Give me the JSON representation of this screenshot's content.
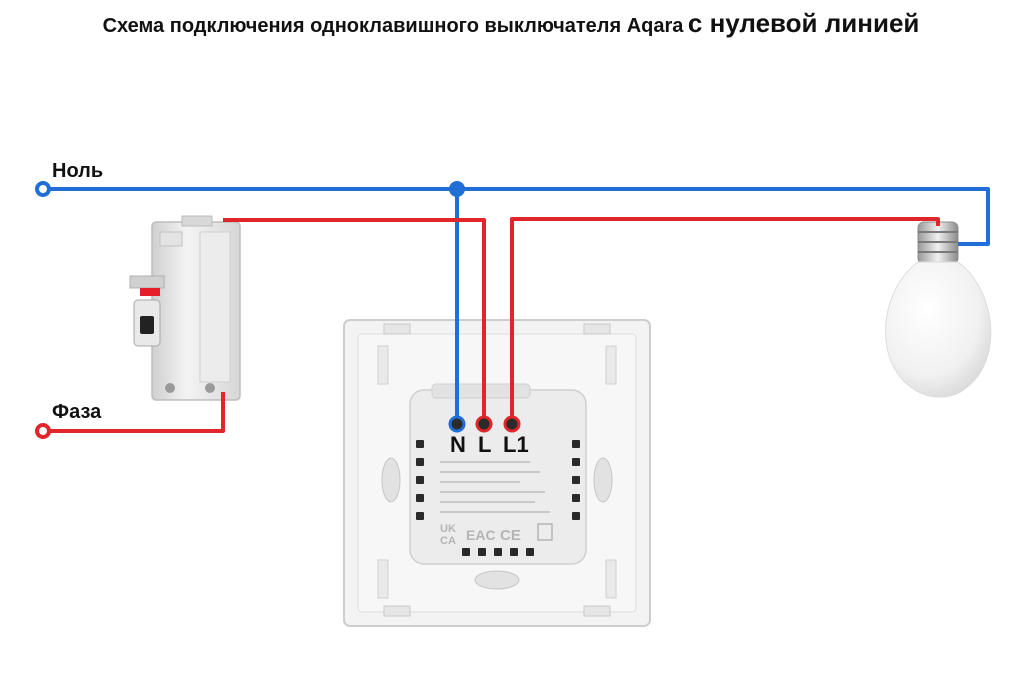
{
  "title": {
    "part1": "Схема подключения одноклавишного выключателя Aqara",
    "part2": "с нулевой линией"
  },
  "labels": {
    "neutral": "Ноль",
    "phase": "Фаза"
  },
  "terminals": {
    "n": "N",
    "l": "L",
    "l1": "L1"
  },
  "module_markings": {
    "ukca_top": "UK",
    "ukca_bottom": "CA",
    "eac": "EAC",
    "ce": "CE"
  },
  "colors": {
    "neutral_wire": "#1f6fd6",
    "phase_wire": "#e0262b",
    "background": "#ffffff"
  }
}
